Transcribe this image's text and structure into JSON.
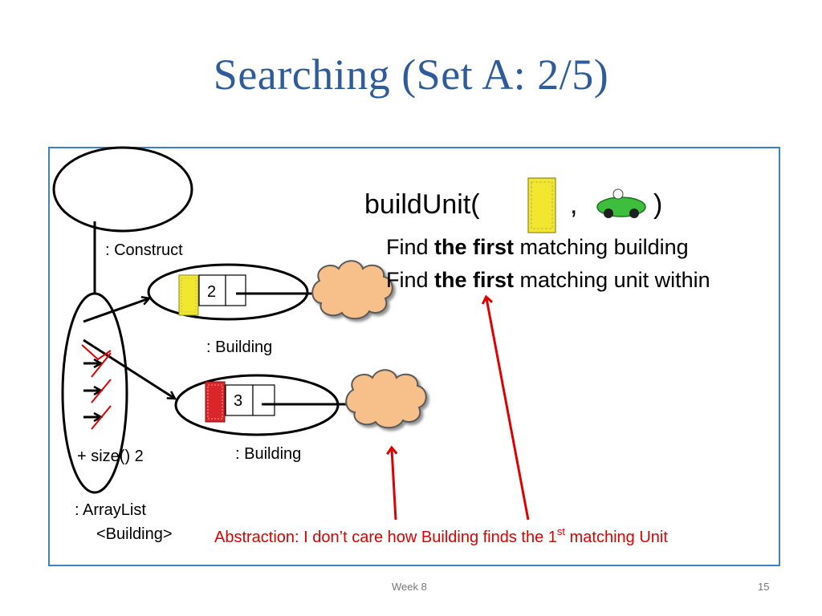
{
  "slide": {
    "title": "Searching (Set A: 2/5)",
    "footer_week": "Week 8",
    "page_number": "15"
  },
  "diagram": {
    "construct_label": ": Construct",
    "building_label_1": ": Building",
    "building_label_2": ": Building",
    "building_1_value": "2",
    "building_2_value": "3",
    "arraylist_size": "+ size() 2",
    "arraylist_label_1": ": ArrayList",
    "arraylist_label_2": "<Building>",
    "call_prefix": "buildUnit(",
    "call_comma": ",",
    "call_suffix": ")",
    "step1_pre": "Find ",
    "step1_bold": "the first",
    "step1_post": " matching building",
    "step2_pre": "Find ",
    "step2_bold": "the first",
    "step2_post": " matching unit within",
    "abstraction_pre": "Abstraction:  I don’t care how Building finds the 1",
    "abstraction_sup": "st",
    "abstraction_post": " matching Unit",
    "colors": {
      "title": "#2E5C9A",
      "frame": "#3B82C4",
      "annotation": "#E00000",
      "cloud": "#F7C08A",
      "building_yellow": "#F2E62E",
      "building_red": "#D8262A",
      "car": "#3DBE3D"
    }
  }
}
